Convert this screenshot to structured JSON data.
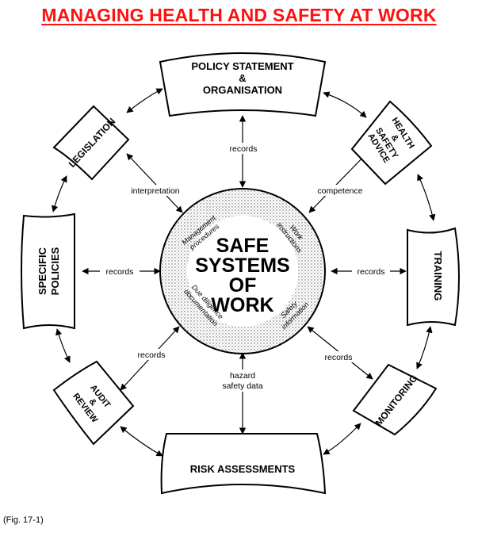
{
  "title": "MANAGING HEALTH AND SAFETY AT WORK",
  "figure_caption": "(Fig. 17-1)",
  "center": {
    "lines": [
      "SAFE",
      "SYSTEMS",
      "OF",
      "WORK"
    ],
    "ring_texts": {
      "management": [
        "Management",
        "procedures"
      ],
      "work_instructions": [
        "Work",
        "instructions"
      ],
      "due_diligence": [
        "Due diligence",
        "documentation"
      ],
      "safety_information": [
        "Safety",
        "information"
      ]
    }
  },
  "boxes": {
    "policy": [
      "POLICY STATEMENT",
      "&",
      "ORGANISATION"
    ],
    "health": [
      "HEALTH",
      "&",
      "SAFETY",
      "ADVICE"
    ],
    "training": [
      "TRAINING"
    ],
    "monitoring": [
      "MONITORING"
    ],
    "risk": [
      "RISK ASSESSMENTS"
    ],
    "audit": [
      "AUDIT",
      "&",
      "REVIEW"
    ],
    "specific": [
      "SPECIFIC",
      "POLICIES"
    ],
    "legislation": [
      "LEGISLATION"
    ]
  },
  "connector_labels": {
    "policy": "records",
    "health": "competence",
    "training": "records",
    "monitoring": "records",
    "risk": [
      "hazard",
      "safety data"
    ],
    "audit": "records",
    "specific": "records",
    "legislation": "interpretation"
  }
}
